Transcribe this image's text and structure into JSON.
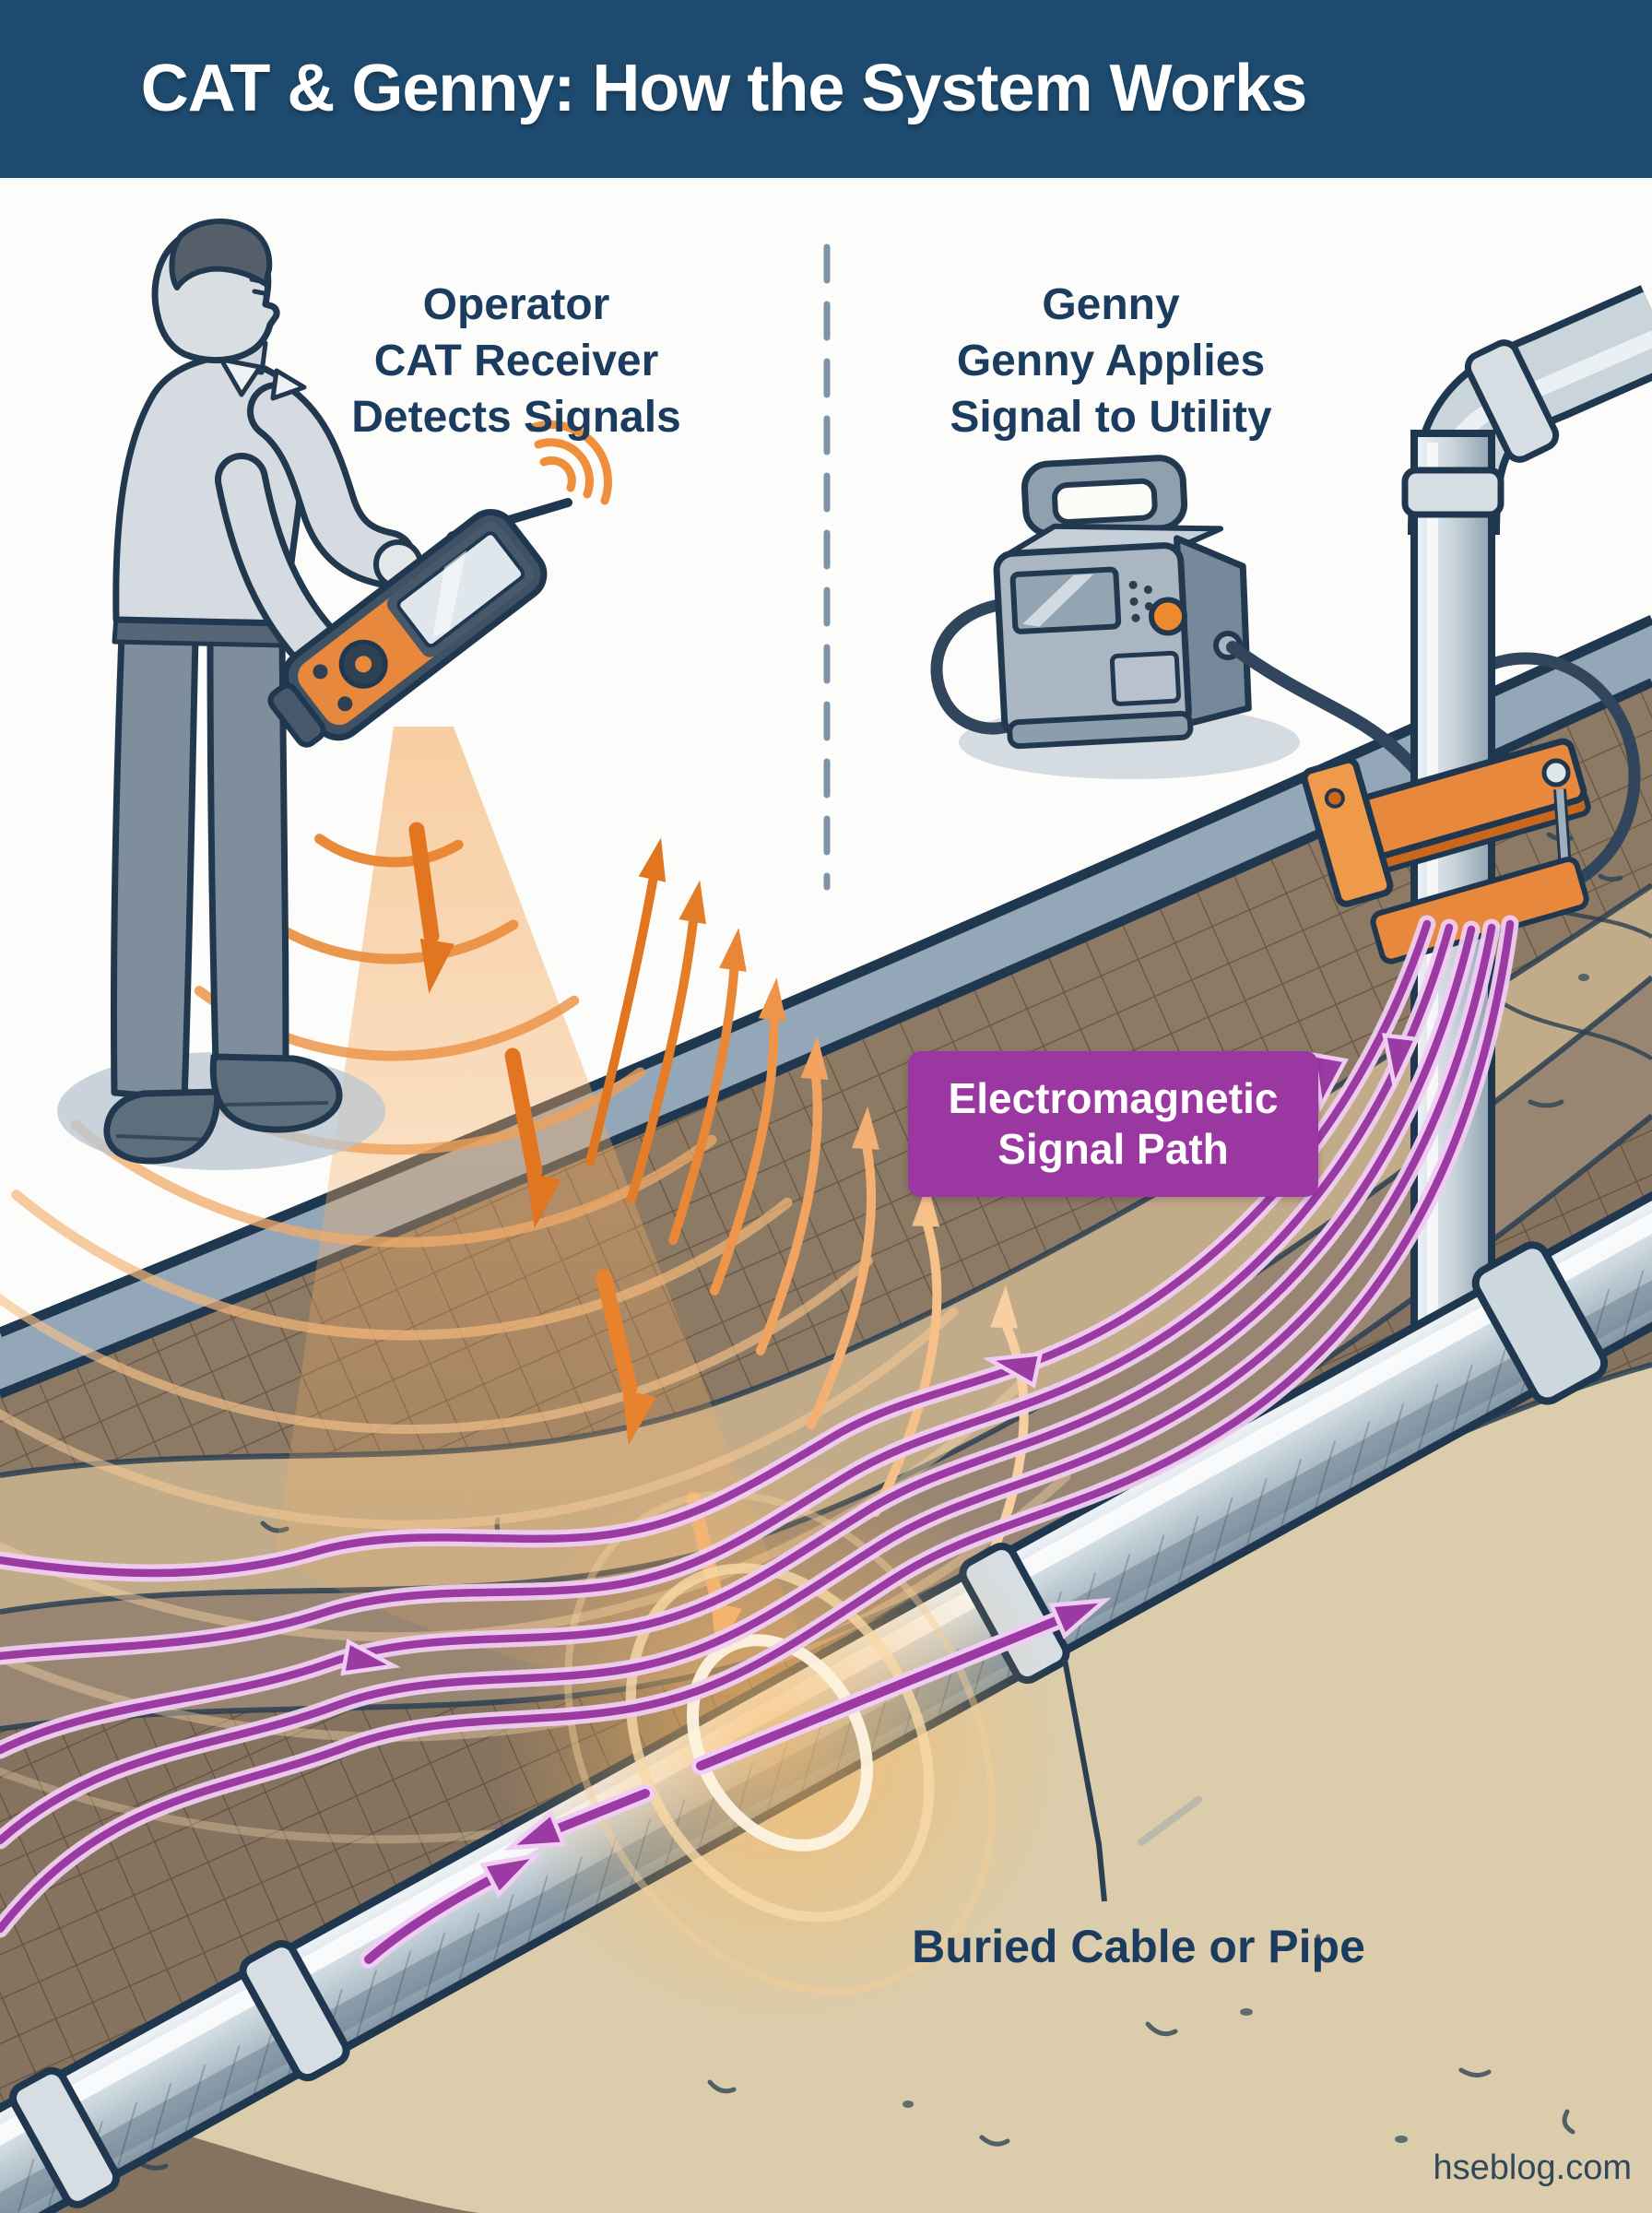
{
  "title_bar": {
    "title": "CAT & Genny: How the System Works"
  },
  "annotations": {
    "operator": "Operator\nCAT Receiver\nDetects Signals",
    "genny": "Genny\nGenny Applies\nSignal to Utility",
    "em_badge": "Electromagnetic\nSignal Path",
    "buried": "Buried Cable or Pipe",
    "watermark": "hseblog.com"
  },
  "colors": {
    "title_bg": "#1d4a6e",
    "label_text": "#1b3c5f",
    "badge_bg": "#9b37a1",
    "badge_text": "#ffffff",
    "signal_orange": "#e8883c",
    "em_purple": "#9c3aa4",
    "pipe_gray": "#c9d4db",
    "soil_brown": "#8d7a64",
    "sand": "#dbccab",
    "background": "#fcfcfa"
  }
}
